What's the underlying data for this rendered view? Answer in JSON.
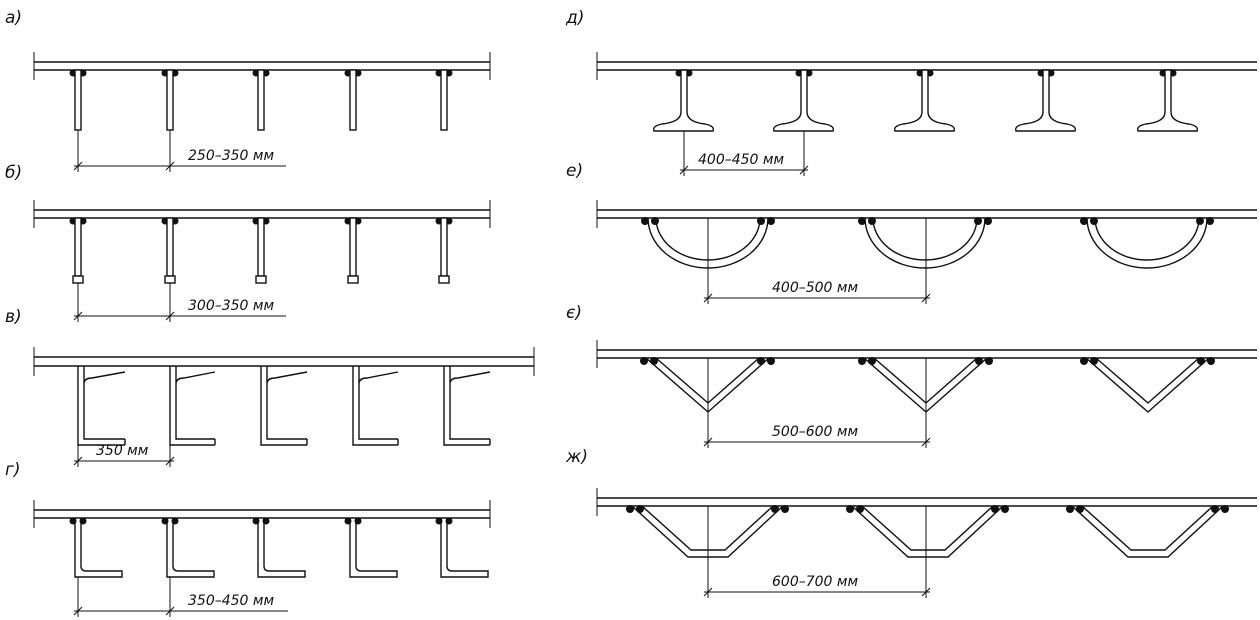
{
  "diagrams": [
    {
      "id": "a",
      "label": "а)",
      "dimension": "250–350 мм"
    },
    {
      "id": "b",
      "label": "б)",
      "dimension": "300–350 мм"
    },
    {
      "id": "v",
      "label": "в)",
      "dimension": "350 мм"
    },
    {
      "id": "g",
      "label": "г)",
      "dimension": "350–450 мм"
    },
    {
      "id": "d",
      "label": "д)",
      "dimension": "400–450 мм"
    },
    {
      "id": "e",
      "label": "е)",
      "dimension": "400–500 мм"
    },
    {
      "id": "ye",
      "label": "є)",
      "dimension": "500–600 мм"
    },
    {
      "id": "zh",
      "label": "ж)",
      "dimension": "600–700 мм"
    }
  ],
  "colors": {
    "line": "#111111",
    "background": "#ffffff"
  }
}
